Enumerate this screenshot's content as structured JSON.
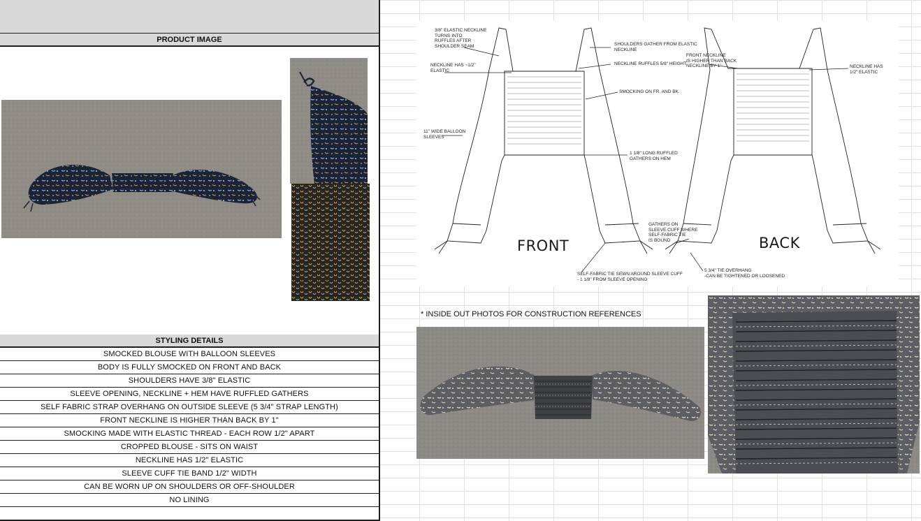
{
  "product_image": {
    "header": "PRODUCT IMAGE"
  },
  "styling": {
    "header": "STYLING DETAILS",
    "rows": [
      "SMOCKED BLOUSE WITH BALLOON SLEEVES",
      "BODY IS FULLY SMOCKED ON FRONT AND BACK",
      "SHOULDERS HAVE 3/8\" ELASTIC",
      "SLEEVE OPENING, NECKLINE + HEM HAVE RUFFLED GATHERS",
      "SELF FABRIC STRAP OVERHANG ON OUTSIDE SLEEVE (5 3/4\" STRAP LENGTH)",
      "FRONT NECKLINE IS HIGHER THAN BACK BY 1\"",
      "SMOCKING MADE WITH ELASTIC THREAD - EACH ROW 1/2\" APART",
      "CROPPED BLOUSE - SITS ON WAIST",
      "NECKLINE HAS 1/2\" ELASTIC",
      "SLEEVE CUFF TIE BAND 1/2\" WIDTH",
      "CAN BE WORN UP ON SHOULDERS OR OFF-SHOULDER",
      "NO LINING"
    ]
  },
  "sketch": {
    "front_label": "FRONT",
    "back_label": "BACK",
    "callouts": {
      "elastic_neckline": "3/8\" ELASTIC NECKLINE\nTURNS INTO\nRUFFLES AFTER\nSHOULDER SEAM",
      "neckline_half": "NECKLINE HAS ~1/2\"\nELASTIC",
      "balloon": "11\" WIDE BALLOON\nSLEEVES",
      "shoulders_gather": "SHOULDERS GATHER FROM ELASTIC\nNECKLINE",
      "neckline_ruffles": "NECKLINE RUFFLES 5/8\" HEIGHT",
      "smocking": "SMOCKING ON FR. AND BK.",
      "hem_ruffle": "1 1/8\" LONG RUFFLED\nGATHERS ON HEM",
      "front_higher": "FRONT NECKLINE\nIS HIGHER THAN BACK\nNECKLINE BY 1\"",
      "back_neckline": "NECKLINE HAS\n1/2\" ELASTIC",
      "cuff_gathers": "GATHERS ON\nSLEEVE CUFF WHERE\nSELF-FABRIC TIE\nIS BOUND",
      "tie_overhang": "5 3/4\" TIE OVERHANG\n-CAN BE TIGHTENED OR LOOSENED",
      "self_fabric_tie": "SELF-FABRIC TIE SEWN AROUND SLEEVE CUFF\n- 1 1/8\" FROM SLEEVE OPENING"
    }
  },
  "construction": {
    "note": "* INSIDE OUT PHOTOS FOR CONSTRUCTION REFERENCES"
  },
  "colors": {
    "navy_print": "#1b2437",
    "carpet": "#8f8b85",
    "sheet_border": "#1e1e1e",
    "header_gray": "#d9d9d9"
  }
}
